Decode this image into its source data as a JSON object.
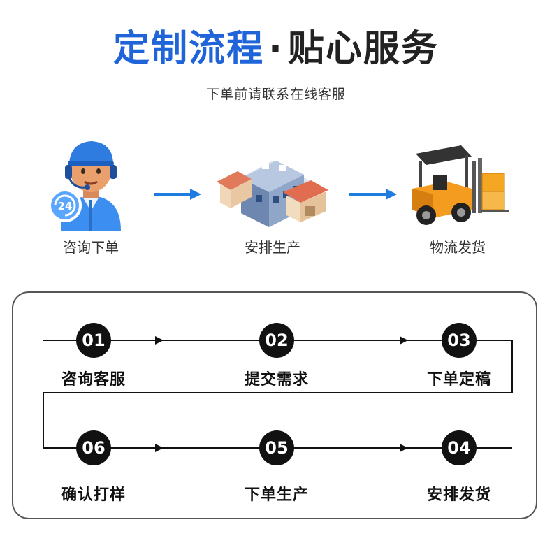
{
  "header": {
    "title_part1": "定制流程",
    "title_sep": "·",
    "title_part2": "贴心服务",
    "subtitle": "下单前请联系在线客服"
  },
  "top_steps": [
    {
      "label": "咨询下单",
      "icon": "customer-service-agent-icon"
    },
    {
      "label": "安排生产",
      "icon": "factory-icon"
    },
    {
      "label": "物流发货",
      "icon": "forklift-icon"
    }
  ],
  "agent_badge": "24",
  "flow_steps": [
    {
      "num": "01",
      "label": "咨询客服"
    },
    {
      "num": "02",
      "label": "提交需求"
    },
    {
      "num": "03",
      "label": "下单定稿"
    },
    {
      "num": "04",
      "label": "安排发货"
    },
    {
      "num": "05",
      "label": "下单生产"
    },
    {
      "num": "06",
      "label": "确认打样"
    }
  ],
  "colors": {
    "accent_blue": "#1f64d8",
    "arrow_blue": "#1e7be0",
    "node_black": "#111111"
  }
}
